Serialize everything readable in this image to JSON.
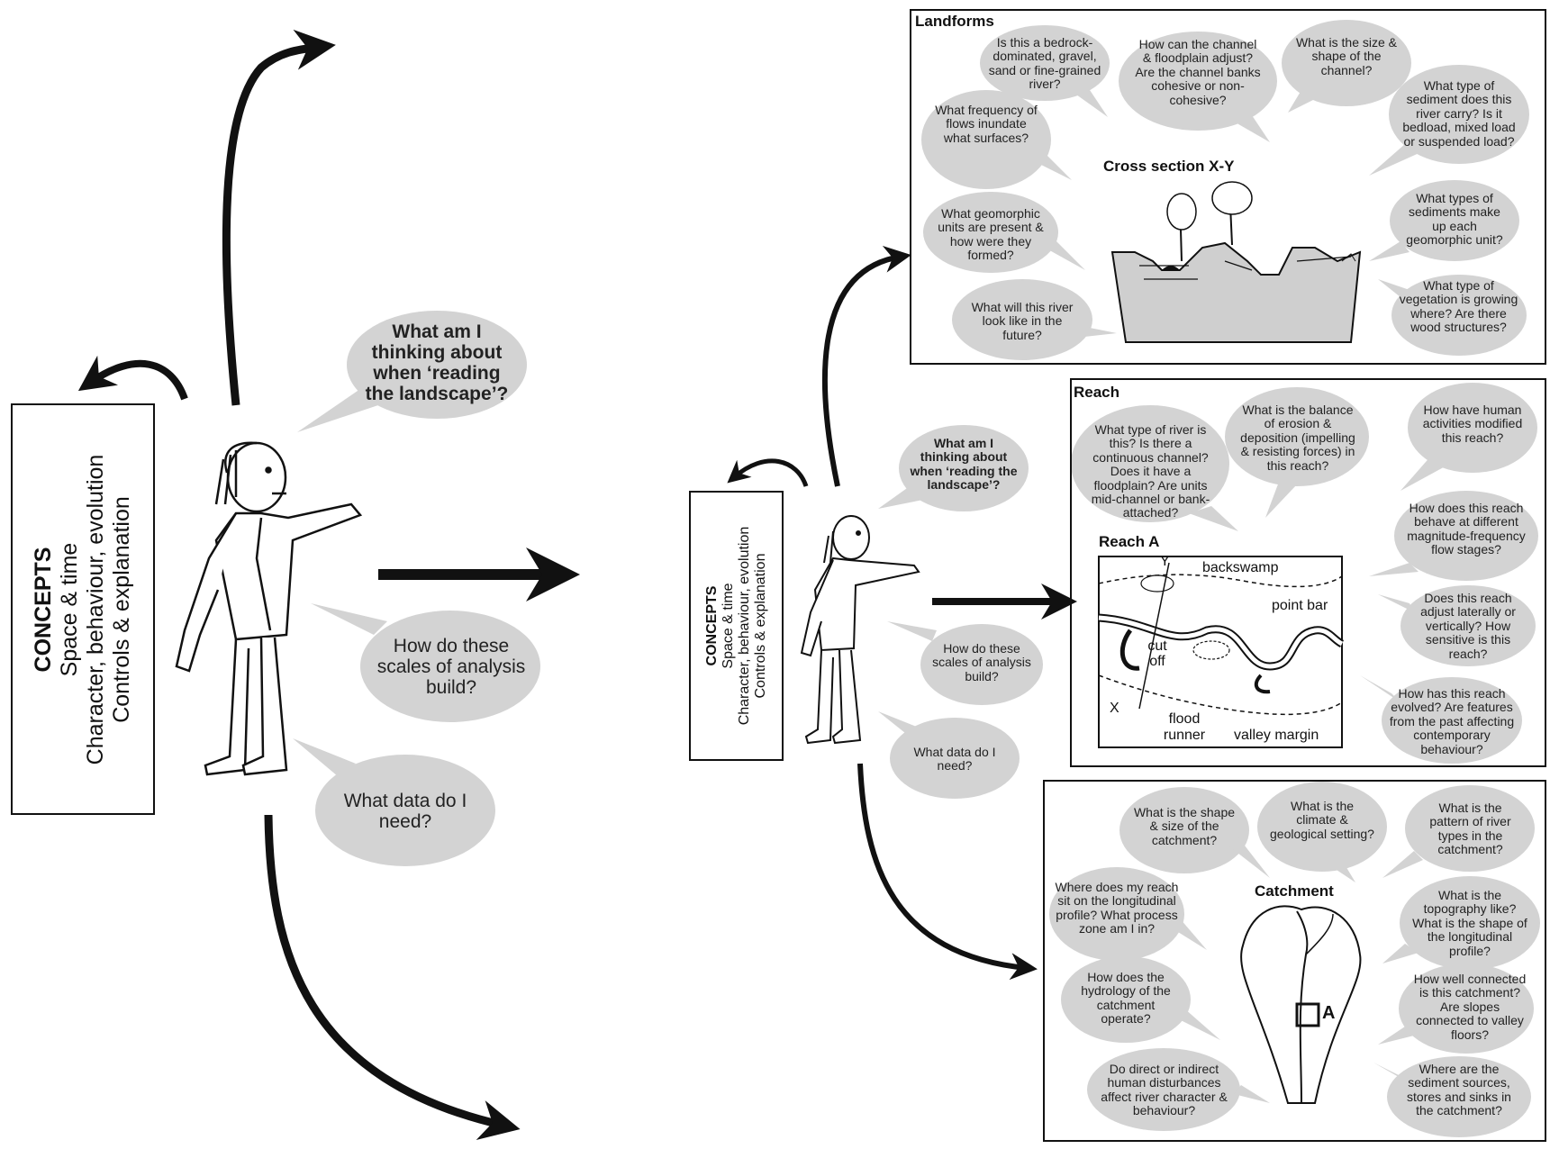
{
  "large_figure": {
    "concepts": {
      "heading": "CONCEPTS",
      "line1": "Space & time",
      "line2": "Character, behaviour, evolution",
      "line3": "Controls & explanation"
    },
    "thought_bubble": "What am I thinking about when ‘reading the landscape’?",
    "speech_scales": "How do these scales of analysis build?",
    "speech_data": "What data do I need?"
  },
  "small_figure": {
    "concepts": {
      "heading": "CONCEPTS",
      "line1": "Space & time",
      "line2": "Character, behaviour, evolution",
      "line3": "Controls & explanation"
    },
    "thought_bubble": "What am I thinking about when ‘reading the landscape’?",
    "speech_scales": "How do these scales of analysis build?",
    "speech_data": "What data do I need?"
  },
  "landforms": {
    "title": "Landforms",
    "diagram_title": "Cross section X-Y",
    "questions": [
      "Is this a bedrock-dominated, gravel, sand or fine-grained river?",
      "How can the channel & floodplain adjust? Are the channel banks cohesive or non-cohesive?",
      "What is the size & shape of the channel?",
      "What frequency of flows inundate what surfaces?",
      "What type of sediment does this river carry? Is it bedload, mixed load or suspended load?",
      "What geomorphic units are present & how were they formed?",
      "What types of sediments make up each geomorphic unit?",
      "What will this river look like in the future?",
      "What type of vegetation is growing where? Are there wood structures?"
    ]
  },
  "reach": {
    "title": "Reach",
    "map_title": "Reach A",
    "map_labels": {
      "backswamp": "backswamp",
      "point_bar": "point bar",
      "cutoff": "cut off",
      "flood_runner": "flood runner",
      "valley_margin": "valley margin",
      "x": "X",
      "y": "Y"
    },
    "questions": [
      "What type of river is this? Is there a continuous channel? Does it have a floodplain? Are units mid-channel or bank-attached?",
      "What is the balance of erosion & deposition (impelling & resisting forces) in this reach?",
      "How have human activities modified this reach?",
      "How does this reach behave at different magnitude-frequency flow stages?",
      "Does this reach adjust laterally or vertically? How sensitive is this reach?",
      "How has this reach evolved? Are features from the past affecting contemporary behaviour?"
    ]
  },
  "catchment": {
    "title": "Catchment",
    "map_label": "A",
    "questions": [
      "What is the shape & size of the catchment?",
      "What is the climate & geological setting?",
      "What is the pattern of river types in the catchment?",
      "Where does my reach sit on the longitudinal profile? What process zone am I in?",
      "What is the topography like? What is the shape of the longitudinal profile?",
      "How does the hydrology of the catchment operate?",
      "How well connected is this catchment? Are slopes connected to valley floors?",
      "Do direct or indirect human disturbances affect river character & behaviour?",
      "Where are the sediment sources, stores and sinks in the catchment?"
    ]
  },
  "colors": {
    "bubble": "#d3d3d3",
    "ink": "#111111",
    "ground": "#cfcfcf"
  }
}
